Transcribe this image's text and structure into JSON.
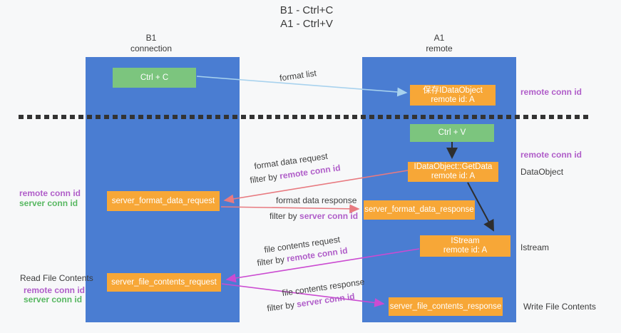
{
  "title": {
    "line1": "B1 - Ctrl+C",
    "line2": "A1 - Ctrl+V"
  },
  "lanes": {
    "left": {
      "name": "B1",
      "subtitle": "connection"
    },
    "right": {
      "name": "A1",
      "subtitle": "remote"
    }
  },
  "nodes": {
    "ctrl_c": {
      "label": "Ctrl + C"
    },
    "ctrl_v": {
      "label": "Ctrl + V"
    },
    "save_dataobject": {
      "line1": "保存IDataObject",
      "line2": "remote id: A"
    },
    "getdata": {
      "line1": "IDataObject::GetData",
      "line2": "remote id: A"
    },
    "istream": {
      "line1": "IStream",
      "line2": "remote id: A"
    },
    "format_request": {
      "label": "server_format_data_request"
    },
    "format_response": {
      "label": "server_format_data_response"
    },
    "file_request": {
      "label": "server_file_contents_request"
    },
    "file_response": {
      "label": "server_file_contents_response"
    }
  },
  "edge_labels": {
    "format_list": "format list",
    "format_data_request": "format data request",
    "format_data_response": "format data response",
    "file_contents_request": "file contents request",
    "file_contents_response": "file contents response",
    "filter_by": "filter by ",
    "remote_conn_id": "remote conn id",
    "server_conn_id": "server conn id"
  },
  "side_labels": {
    "remote_conn_id": "remote conn id",
    "server_conn_id": "server conn id",
    "dataobject": "DataObject",
    "istream": "Istream",
    "read_file_contents": "Read File Contents",
    "write_file_contents": "Write File Contents"
  },
  "colors": {
    "lane_blue": "#4a7dd2",
    "node_orange": "#f7a737",
    "node_green": "#7cc57e",
    "arrow_blue": "#a8d2ee",
    "arrow_black": "#2e2e2e",
    "arrow_salmon": "#e87a80",
    "arrow_magenta": "#cb4bd1",
    "text_purple": "#b05ec9",
    "text_green": "#58b862"
  }
}
